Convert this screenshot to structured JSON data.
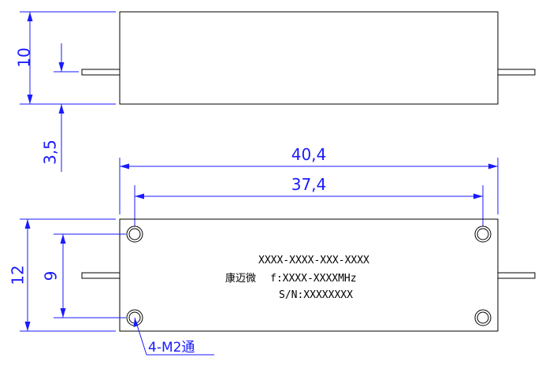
{
  "dimensions": {
    "height_top": "10",
    "pin_offset": "3,5",
    "overall_length": "40,4",
    "hole_spacing_x": "37,4",
    "height_bottom": "12",
    "hole_spacing_y": "9"
  },
  "label": {
    "part_number": "XXXX-XXXX-XXX-XXXX",
    "brand": "康迈微",
    "frequency": "f:XXXX-XXXXMHz",
    "serial": "S/N:XXXXXXXX"
  },
  "hole_note": "4-M2通",
  "colors": {
    "dimension": "#1a1aff",
    "outline": "#000000"
  }
}
